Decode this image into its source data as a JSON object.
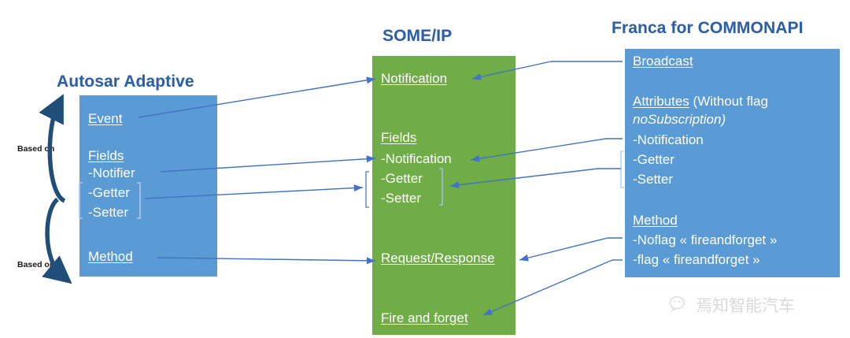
{
  "diagram": {
    "title_color": "#2E5FA3",
    "blue_color": "#5B9BD5",
    "green_color": "#70AD47",
    "arrow_color": "#4472C4",
    "dark_arrow_color": "#1F4E79",
    "columns": [
      {
        "id": "autosar",
        "title": "Autosar Adaptive",
        "box_color": "#5B9BD5",
        "lines": [
          {
            "text": "Event",
            "style": "underline"
          },
          {
            "text": "Fields",
            "style": "underline"
          },
          {
            "text": "-Notifier",
            "style": "plain"
          },
          {
            "text": "-Getter",
            "style": "plain"
          },
          {
            "text": "-Setter",
            "style": "plain"
          },
          {
            "text": "Method",
            "style": "underline"
          }
        ]
      },
      {
        "id": "someip",
        "title": "SOME/IP",
        "box_color": "#70AD47",
        "lines": [
          {
            "text": "Notification",
            "style": "underline"
          },
          {
            "text": "Fields",
            "style": "underline"
          },
          {
            "text": "-Notification",
            "style": "plain"
          },
          {
            "text": "-Getter",
            "style": "plain"
          },
          {
            "text": "-Setter",
            "style": "plain"
          },
          {
            "text": "Request/Response",
            "style": "underline"
          },
          {
            "text": "Fire and forget",
            "style": "underline"
          }
        ]
      },
      {
        "id": "franca",
        "title": "Franca for COMMONAPI",
        "box_color": "#5B9BD5",
        "lines": [
          {
            "text": "Broadcast",
            "style": "underline"
          },
          {
            "text": "Attributes",
            "style": "underline"
          },
          {
            "text": " (Without flag",
            "style": "plain"
          },
          {
            "text": "noSubscription)",
            "style": "italic"
          },
          {
            "text": "-Notification",
            "style": "plain"
          },
          {
            "text": "-Getter",
            "style": "plain"
          },
          {
            "text": "-Setter",
            "style": "plain"
          },
          {
            "text": "Method",
            "style": "underline"
          },
          {
            "text": "-Noflag « fireandforget »",
            "style": "plain"
          },
          {
            "text": "-flag « fireandforget »",
            "style": "plain"
          }
        ]
      }
    ],
    "annotations": [
      {
        "id": "based-on-top",
        "text": "Based on"
      },
      {
        "id": "based-on-bottom",
        "text": "Based on"
      }
    ],
    "watermark": {
      "icon": "wechat-icon",
      "text": "焉知智能汽车"
    }
  }
}
